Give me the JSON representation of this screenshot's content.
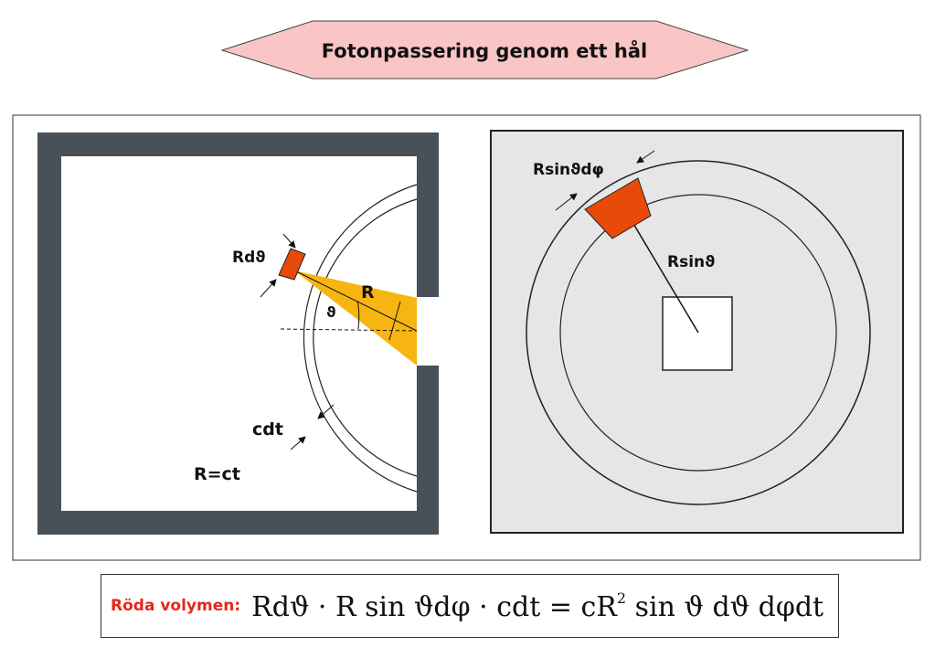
{
  "title": "Fotonpassering genom ett hål",
  "left_panel": {
    "label_rdtheta": "Rdϑ",
    "label_R": "R",
    "label_theta": "ϑ",
    "label_cdt": "cdt",
    "label_R_eq": "R=ct"
  },
  "right_panel": {
    "label_rsin_dphi": "Rsinϑdφ",
    "label_rsin": "Rsinϑ"
  },
  "formula": {
    "label": "Röda volymen:",
    "equation": "Rdϑ · R sin ϑdφ · cdt = cR",
    "exponent": "2",
    "equation_tail": " sin ϑ dϑ dφdt"
  },
  "colors": {
    "banner_fill": "#f9c5c5",
    "wall": "#485058",
    "cone": "#f6b511",
    "red_volume": "#e84a0a",
    "right_bg": "#e6e6e6",
    "formula_label": "#e8261b"
  }
}
